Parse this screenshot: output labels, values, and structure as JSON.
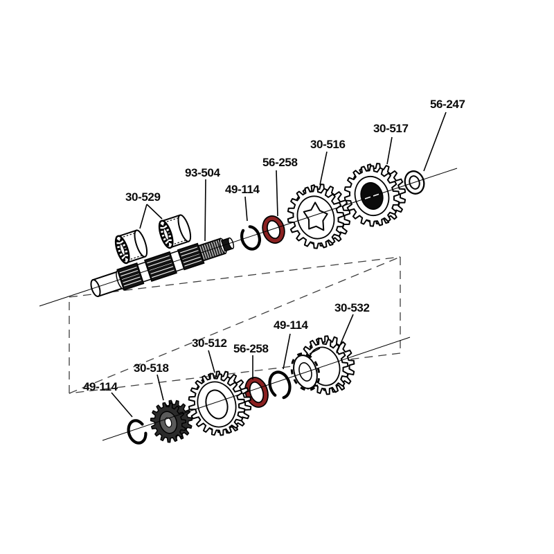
{
  "diagram": {
    "type": "exploded-parts-diagram",
    "background": "#ffffff",
    "line_color": "#000000",
    "seal_color": "#8B2121",
    "labels": [
      {
        "part": "56-247",
        "text": "56-247"
      },
      {
        "part": "30-517",
        "text": "30-517"
      },
      {
        "part": "30-516",
        "text": "30-516"
      },
      {
        "part": "56-258-upper",
        "text": "56-258"
      },
      {
        "part": "49-114-upper",
        "text": "49-114"
      },
      {
        "part": "93-504",
        "text": "93-504"
      },
      {
        "part": "30-529",
        "text": "30-529"
      },
      {
        "part": "30-532",
        "text": "30-532"
      },
      {
        "part": "49-114-lower-right",
        "text": "49-114"
      },
      {
        "part": "56-258-lower",
        "text": "56-258"
      },
      {
        "part": "30-512",
        "text": "30-512"
      },
      {
        "part": "30-518",
        "text": "30-518"
      },
      {
        "part": "49-114-lower-left",
        "text": "49-114"
      }
    ]
  }
}
